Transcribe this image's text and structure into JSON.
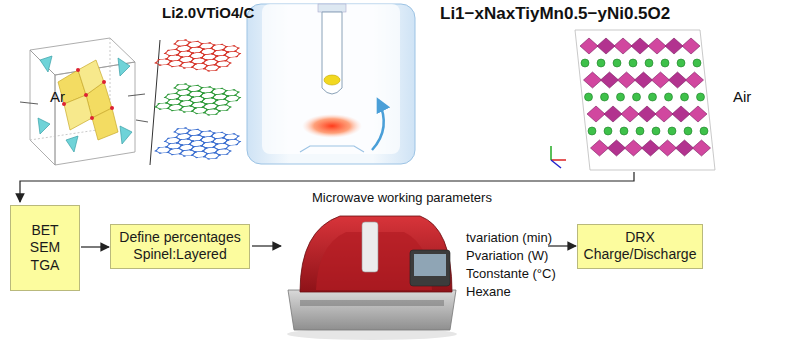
{
  "diagram": {
    "nodes": [
      {
        "text": [
          "BET SEM TGA"
        ]
      },
      {
        "text": [
          "Define percentages Spinel:Layered"
        ]
      },
      {
        "text": [
          "DRX Charge/Discharge"
        ]
      }
    ],
    "edges": [
      {
        "from": 0,
        "to": 1,
        "arrow": "to"
      }
    ],
    "labels": [
      "Li2.0VTiO4/C",
      "Ar",
      "Li1−xNaxTiyMn0.5−yNi0.5O2",
      "Air",
      "Microwave working parameters",
      "tvariation (min)",
      "Pvariation (W)",
      "Tconstante (°C)",
      "Hexane"
    ]
  }
}
